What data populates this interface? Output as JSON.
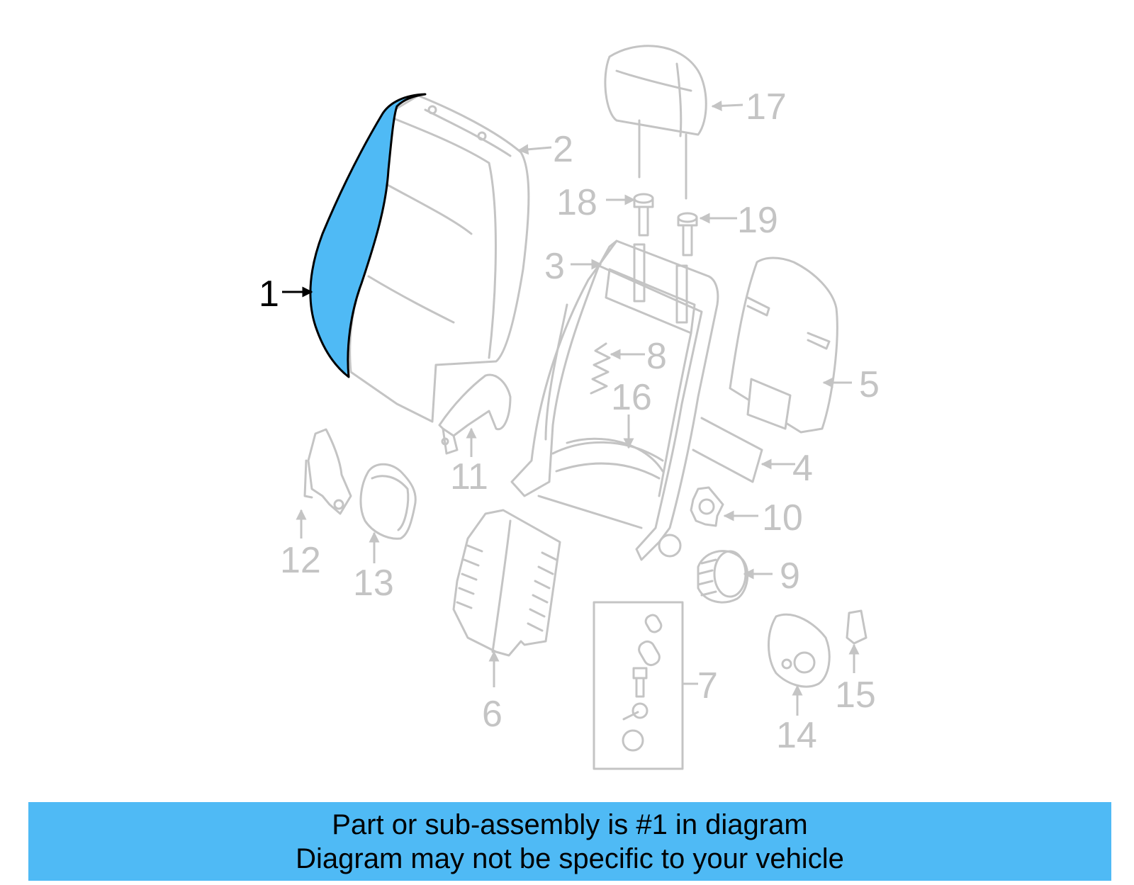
{
  "diagram": {
    "highlight_color": "#4fbaf5",
    "highlighted_part": "1",
    "callouts": [
      "1",
      "2",
      "3",
      "4",
      "5",
      "6",
      "7",
      "8",
      "9",
      "10",
      "11",
      "12",
      "13",
      "14",
      "15",
      "16",
      "17",
      "18",
      "19"
    ]
  },
  "banner": {
    "line1": "Part or sub-assembly is #1 in diagram",
    "line2": "Diagram may not be specific to your vehicle",
    "color": "#4fbaf5"
  }
}
